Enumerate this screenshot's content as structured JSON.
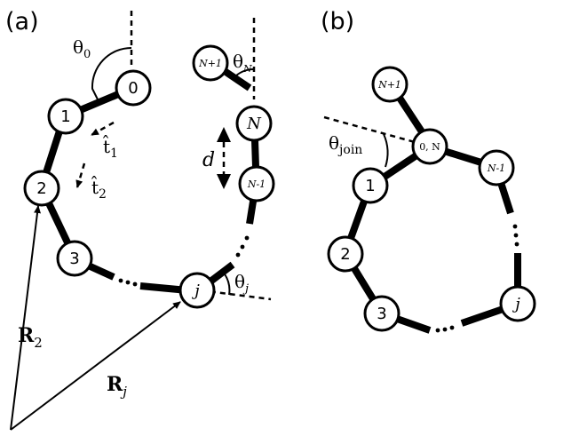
{
  "panels": {
    "a": "(a)",
    "b": "(b)"
  },
  "panel_a": {
    "beads": {
      "b0": "0",
      "b1": "1",
      "b2": "2",
      "b3": "3",
      "bj": "j",
      "bN": "N",
      "bN1": "N-1",
      "bNp1": "N+1"
    },
    "angles": {
      "theta0": {
        "sym": "θ",
        "sub": "0"
      },
      "thetaN": {
        "sym": "θ",
        "sub": "N"
      },
      "thetaj": {
        "sym": "θ",
        "sub": "j"
      }
    },
    "tangents": {
      "t1": {
        "sym": "t̂",
        "sub": "1"
      },
      "t2": {
        "sym": "t̂",
        "sub": "2"
      }
    },
    "bond_length": "d",
    "vectors": {
      "R2": {
        "sym": "R",
        "sub": "2"
      },
      "Rj": {
        "sym": "R",
        "sub": "j"
      }
    }
  },
  "panel_b": {
    "beads": {
      "b0N": "0, N",
      "bNp1": "N+1",
      "bN1": "N-1",
      "b1": "1",
      "b2": "2",
      "b3": "3",
      "bj": "j"
    },
    "theta_join": {
      "sym": "θ",
      "sub": "join"
    }
  }
}
